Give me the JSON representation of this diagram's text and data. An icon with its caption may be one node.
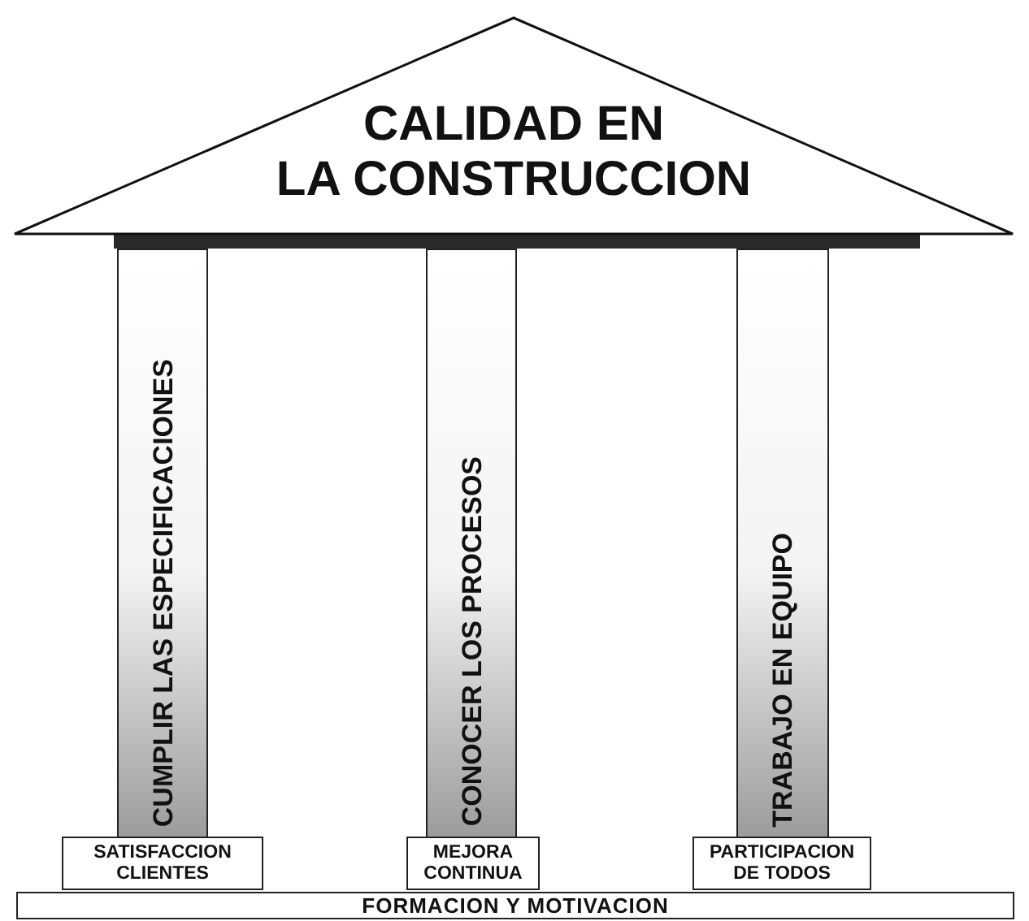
{
  "diagram": {
    "nodes": [
      {
        "text": [
          "CALIDAD EN LA CONSTRUCCION"
        ]
      },
      {
        "text": [
          "CUMPLIR LAS ESPECIFICACIONES"
        ]
      },
      {
        "text": [
          "CONOCER LOS PROCESOS"
        ]
      },
      {
        "text": [
          "TRABAJO EN EQUIPO"
        ]
      },
      {
        "text": [
          "SATISFACCION CLIENTES"
        ]
      },
      {
        "text": [
          "MEJORA CONTINUA"
        ]
      },
      {
        "text": [
          "PARTICIPACION DE TODOS"
        ]
      },
      {
        "text": [
          "FORMACION Y MOTIVACION"
        ]
      }
    ]
  }
}
